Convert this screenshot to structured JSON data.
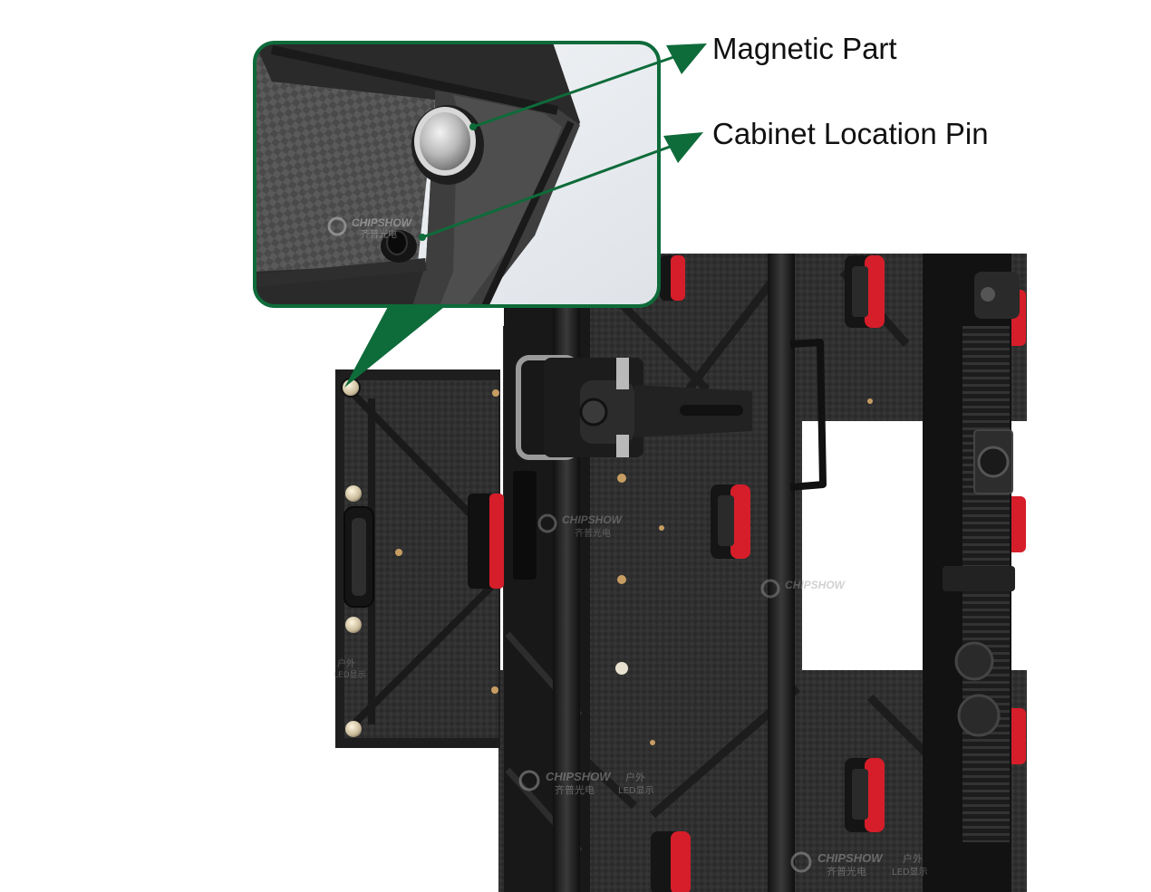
{
  "callouts": {
    "magnetic_part": "Magnetic Part",
    "cabinet_location_pin": "Cabinet Location Pin"
  },
  "watermark": {
    "brand": "CHIPSHOW",
    "brand_cn": "齐普光电",
    "tag_cn_1": "户外",
    "tag_cn_2": "LED显示"
  },
  "colors": {
    "accent_green": "#0e6b3a",
    "panel_dark": "#2a2a2a",
    "handle_red": "#d61e2a",
    "frame_black": "#1a1a1a"
  }
}
